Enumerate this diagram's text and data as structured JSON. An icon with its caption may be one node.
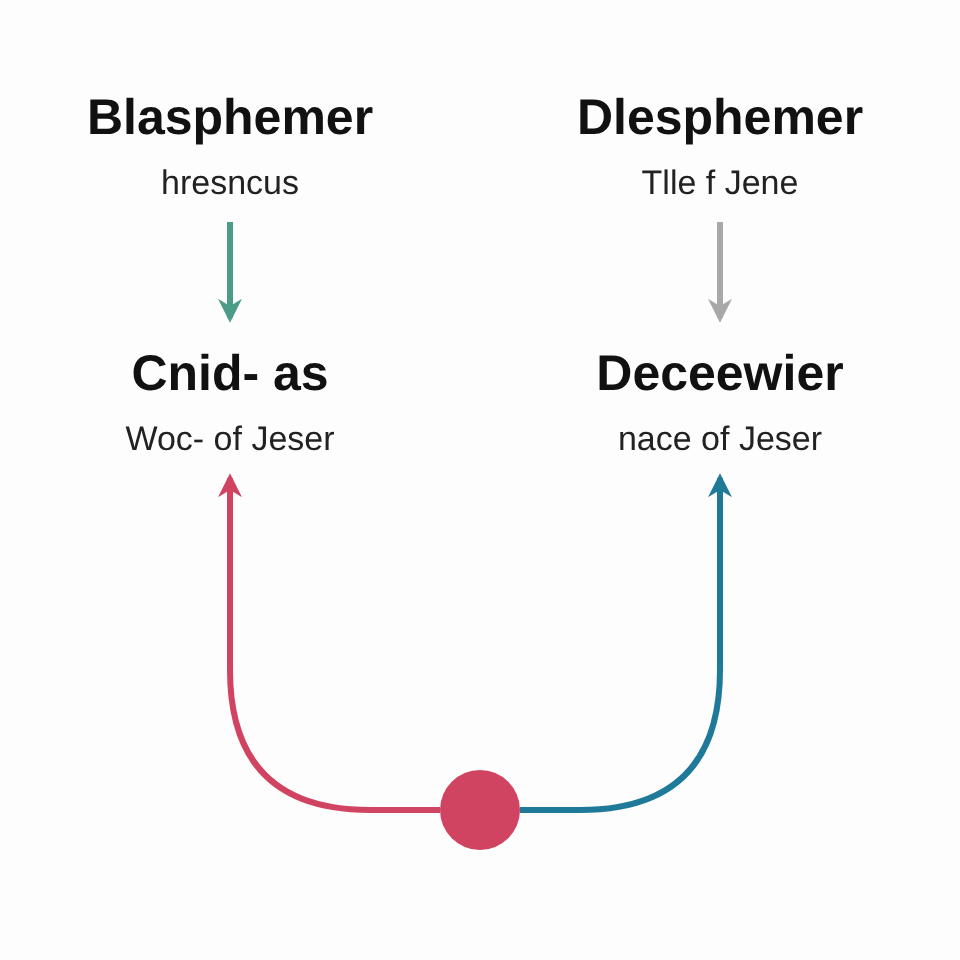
{
  "diagram": {
    "nodes": [
      {
        "text": [
          "Blasphemer",
          "hresncus"
        ]
      },
      {
        "text": [
          "Dlesphemer",
          "Tlle f Jene"
        ]
      },
      {
        "text": [
          "Cnid- as",
          "Woc- of Jeser"
        ]
      },
      {
        "text": [
          "Deceewier",
          "nace of Jeser"
        ]
      },
      {
        "text": [],
        "shape": "circle"
      }
    ],
    "edges": [
      {
        "from": 0,
        "to": 2,
        "arrow": "to",
        "color": "#4a9c88"
      },
      {
        "from": 1,
        "to": 3,
        "arrow": "to",
        "color": "#a8a8a8"
      },
      {
        "from": 4,
        "to": 2,
        "arrow": "to",
        "color": "#d04462"
      },
      {
        "from": 4,
        "to": 3,
        "arrow": "to",
        "color": "#1f7a9a"
      }
    ]
  }
}
